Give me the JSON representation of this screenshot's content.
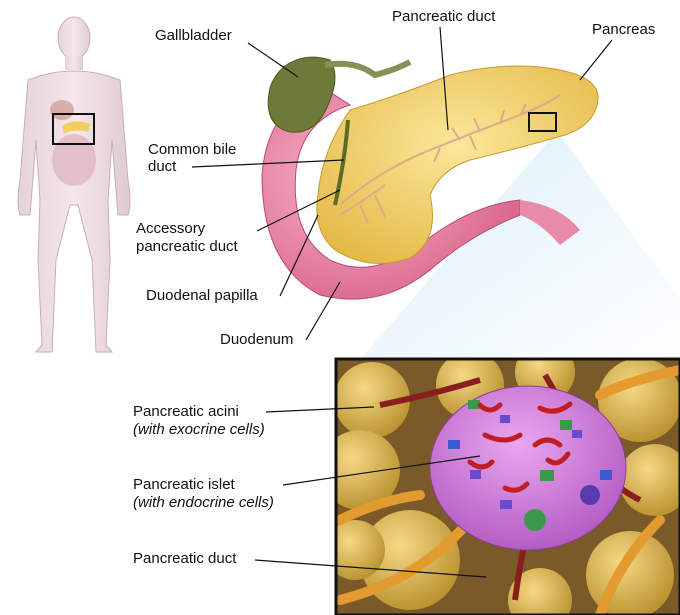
{
  "labels": {
    "gallbladder": "Gallbladder",
    "pancreatic_duct_top": "Pancreatic duct",
    "pancreas": "Pancreas",
    "common_bile_duct_1": "Common bile",
    "common_bile_duct_2": "duct",
    "accessory_duct_1": "Accessory",
    "accessory_duct_2": "pancreatic duct",
    "duodenal_papilla": "Duodenal papilla",
    "duodenum": "Duodenum",
    "acini": "Pancreatic acini",
    "acini_note": "(with exocrine cells)",
    "islet": "Pancreatic islet",
    "islet_note": "(with endocrine cells)",
    "pancreatic_duct_bottom": "Pancreatic duct"
  },
  "colors": {
    "pancreas": "#f0cf5c",
    "gallbladder": "#6e7a3a",
    "duodenum": "#e97aa0",
    "islet": "#cf7ed8",
    "body": "#e9d6dc",
    "inset_border": "#111111"
  }
}
